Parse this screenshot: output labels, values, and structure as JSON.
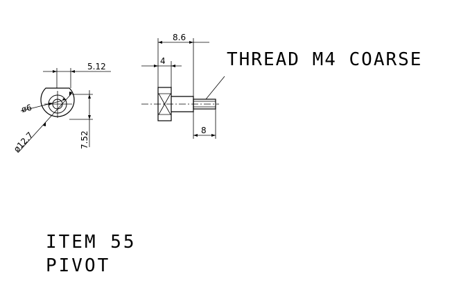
{
  "drawing": {
    "item_number": "ITEM 55",
    "part_name": "PIVOT",
    "note": "THREAD M4 COARSE",
    "dimensions": {
      "top_width": "5.12",
      "hole_dia": "ø6",
      "outer_dia": "ø12.7",
      "vertical_height": "7.52",
      "overall_length": "8.6",
      "head_length": "4",
      "thread_length": "8"
    }
  }
}
